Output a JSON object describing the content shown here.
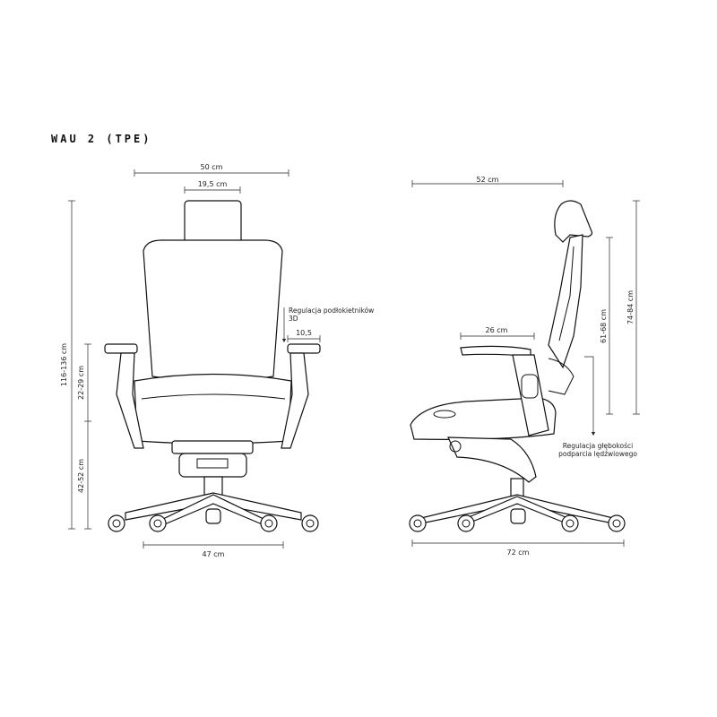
{
  "title": "WAU 2 (TPE)",
  "front": {
    "width_total": "50 cm",
    "headrest_width": "19,5 cm",
    "height_total": "116-136 cm",
    "armrest_height": "22-29 cm",
    "seat_height": "42-52 cm",
    "base_width": "47 cm",
    "armrest_note_line1": "Regulacja podłokietników",
    "armrest_note_line2": "3D",
    "armrest_width": "10,5"
  },
  "side": {
    "depth_top": "52 cm",
    "armrest_length": "26 cm",
    "back_height": "61-68 cm",
    "back_total": "74-84 cm",
    "base_depth": "72 cm",
    "lumbar_note_line1": "Regulacja głębokości",
    "lumbar_note_line2": "podparcia lędźwiowego"
  }
}
